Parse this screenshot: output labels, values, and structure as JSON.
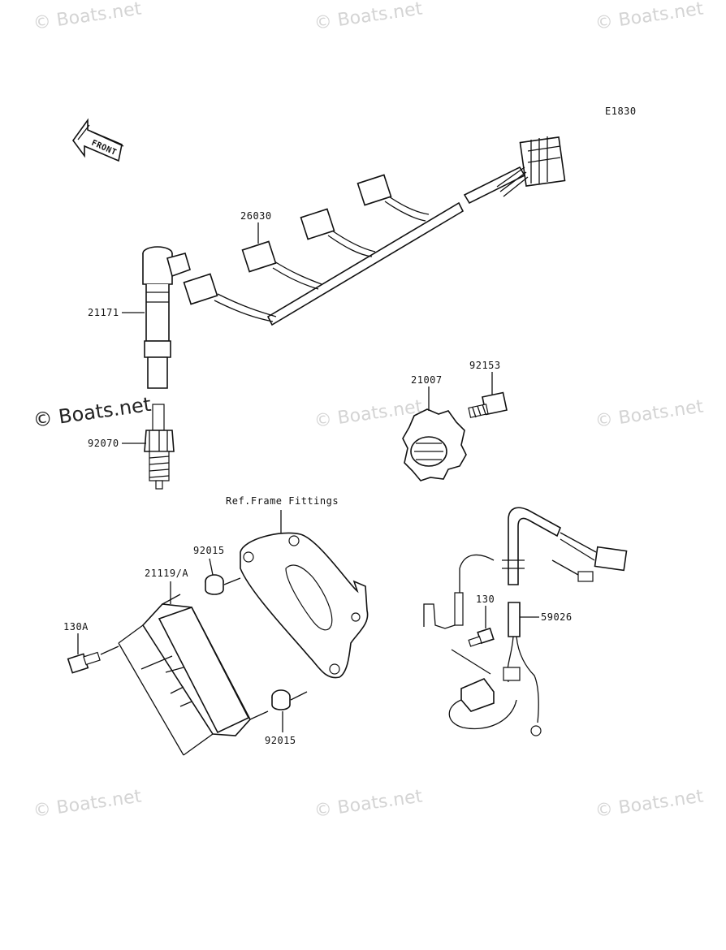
{
  "diagram": {
    "code": "E1830",
    "front_label": "FRONT",
    "ref_label": "Ref.Frame Fittings",
    "watermark": "© Boats.net",
    "parts": {
      "p26030": "26030",
      "p21171": "21171",
      "p92070": "92070",
      "p21007": "21007",
      "p92153": "92153",
      "p92015a": "92015",
      "p21119": "21119/A",
      "p130a": "130A",
      "p92015b": "92015",
      "p130": "130",
      "p59026": "59026"
    }
  }
}
